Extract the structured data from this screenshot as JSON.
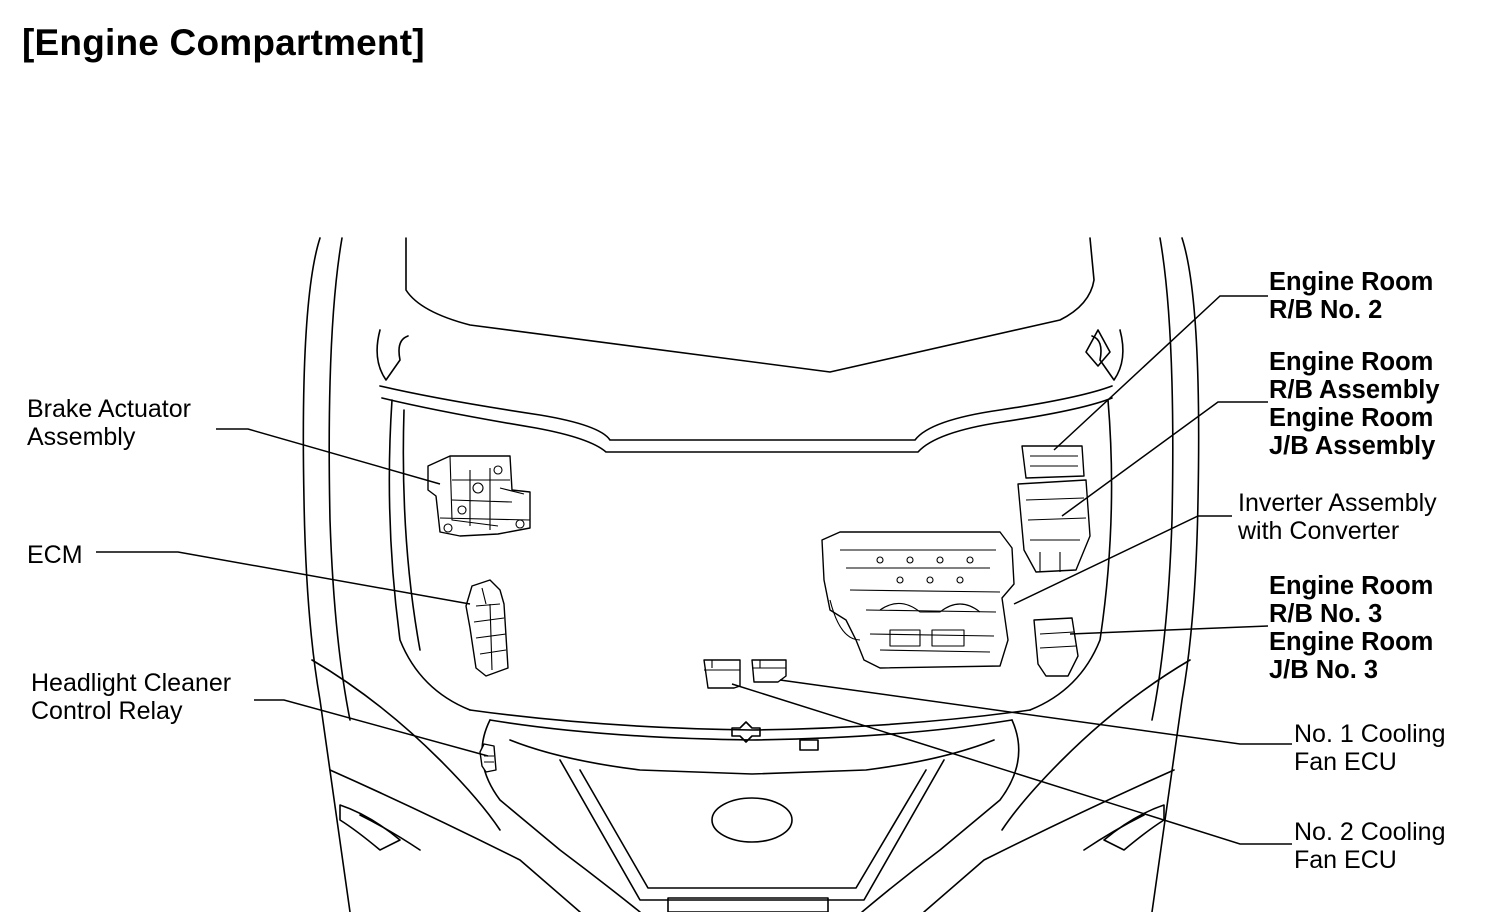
{
  "title": "[Engine Compartment]",
  "labels": {
    "brake_actuator": [
      "Brake Actuator",
      "Assembly"
    ],
    "ecm": [
      "ECM"
    ],
    "headlight_cleaner": [
      "Headlight Cleaner",
      "Control Relay"
    ],
    "er_rb2": [
      "Engine Room",
      "R/B No. 2"
    ],
    "er_rb_jb_assy": [
      "Engine Room",
      "R/B Assembly",
      "Engine Room",
      "J/B Assembly"
    ],
    "inverter": [
      "Inverter Assembly",
      "with Converter"
    ],
    "er_rb3_jb3": [
      "Engine Room",
      "R/B No. 3",
      "Engine Room",
      "J/B No. 3"
    ],
    "cooling_fan_1": [
      "No. 1 Cooling",
      "Fan ECU"
    ],
    "cooling_fan_2": [
      "No. 2 Cooling",
      "Fan ECU"
    ]
  }
}
